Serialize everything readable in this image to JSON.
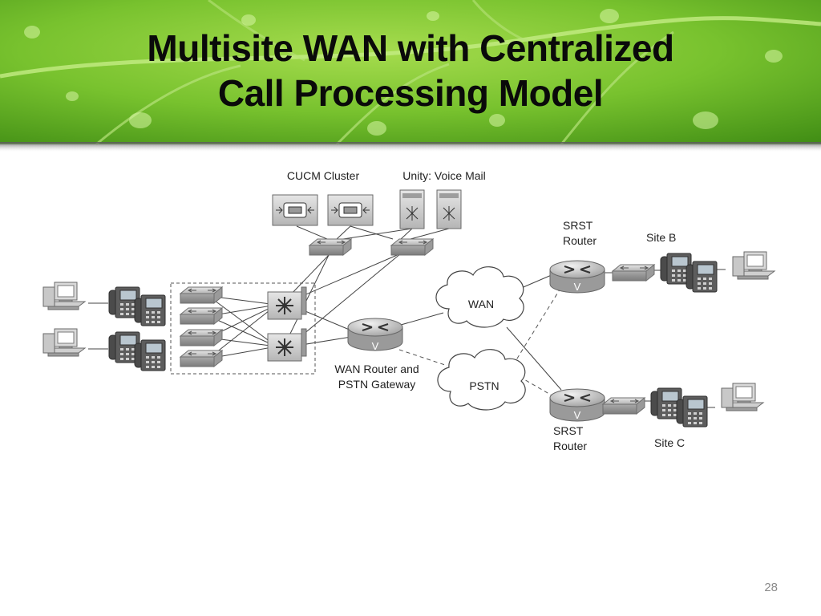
{
  "slide": {
    "title_line1": "Multisite WAN with Centralized",
    "title_line2": "Call Processing Model",
    "page_number": "28"
  },
  "diagram": {
    "labels": {
      "cucm_cluster": "CUCM Cluster",
      "unity_voice_mail": "Unity: Voice Mail",
      "srst_router_b_line1": "SRST",
      "srst_router_b_line2": "Router",
      "site_b": "Site B",
      "wan_router_line1": "WAN Router and",
      "wan_router_line2": "PSTN Gateway",
      "wan_cloud": "WAN",
      "pstn_cloud": "PSTN",
      "srst_router_c_line1": "SRST",
      "srst_router_c_line2": "Router",
      "site_c": "Site C",
      "router_badge": "V"
    },
    "colors": {
      "leaf_green": "#6cb52a",
      "device_gray": "#c9c9c9",
      "device_dark": "#8d8d8d"
    }
  }
}
